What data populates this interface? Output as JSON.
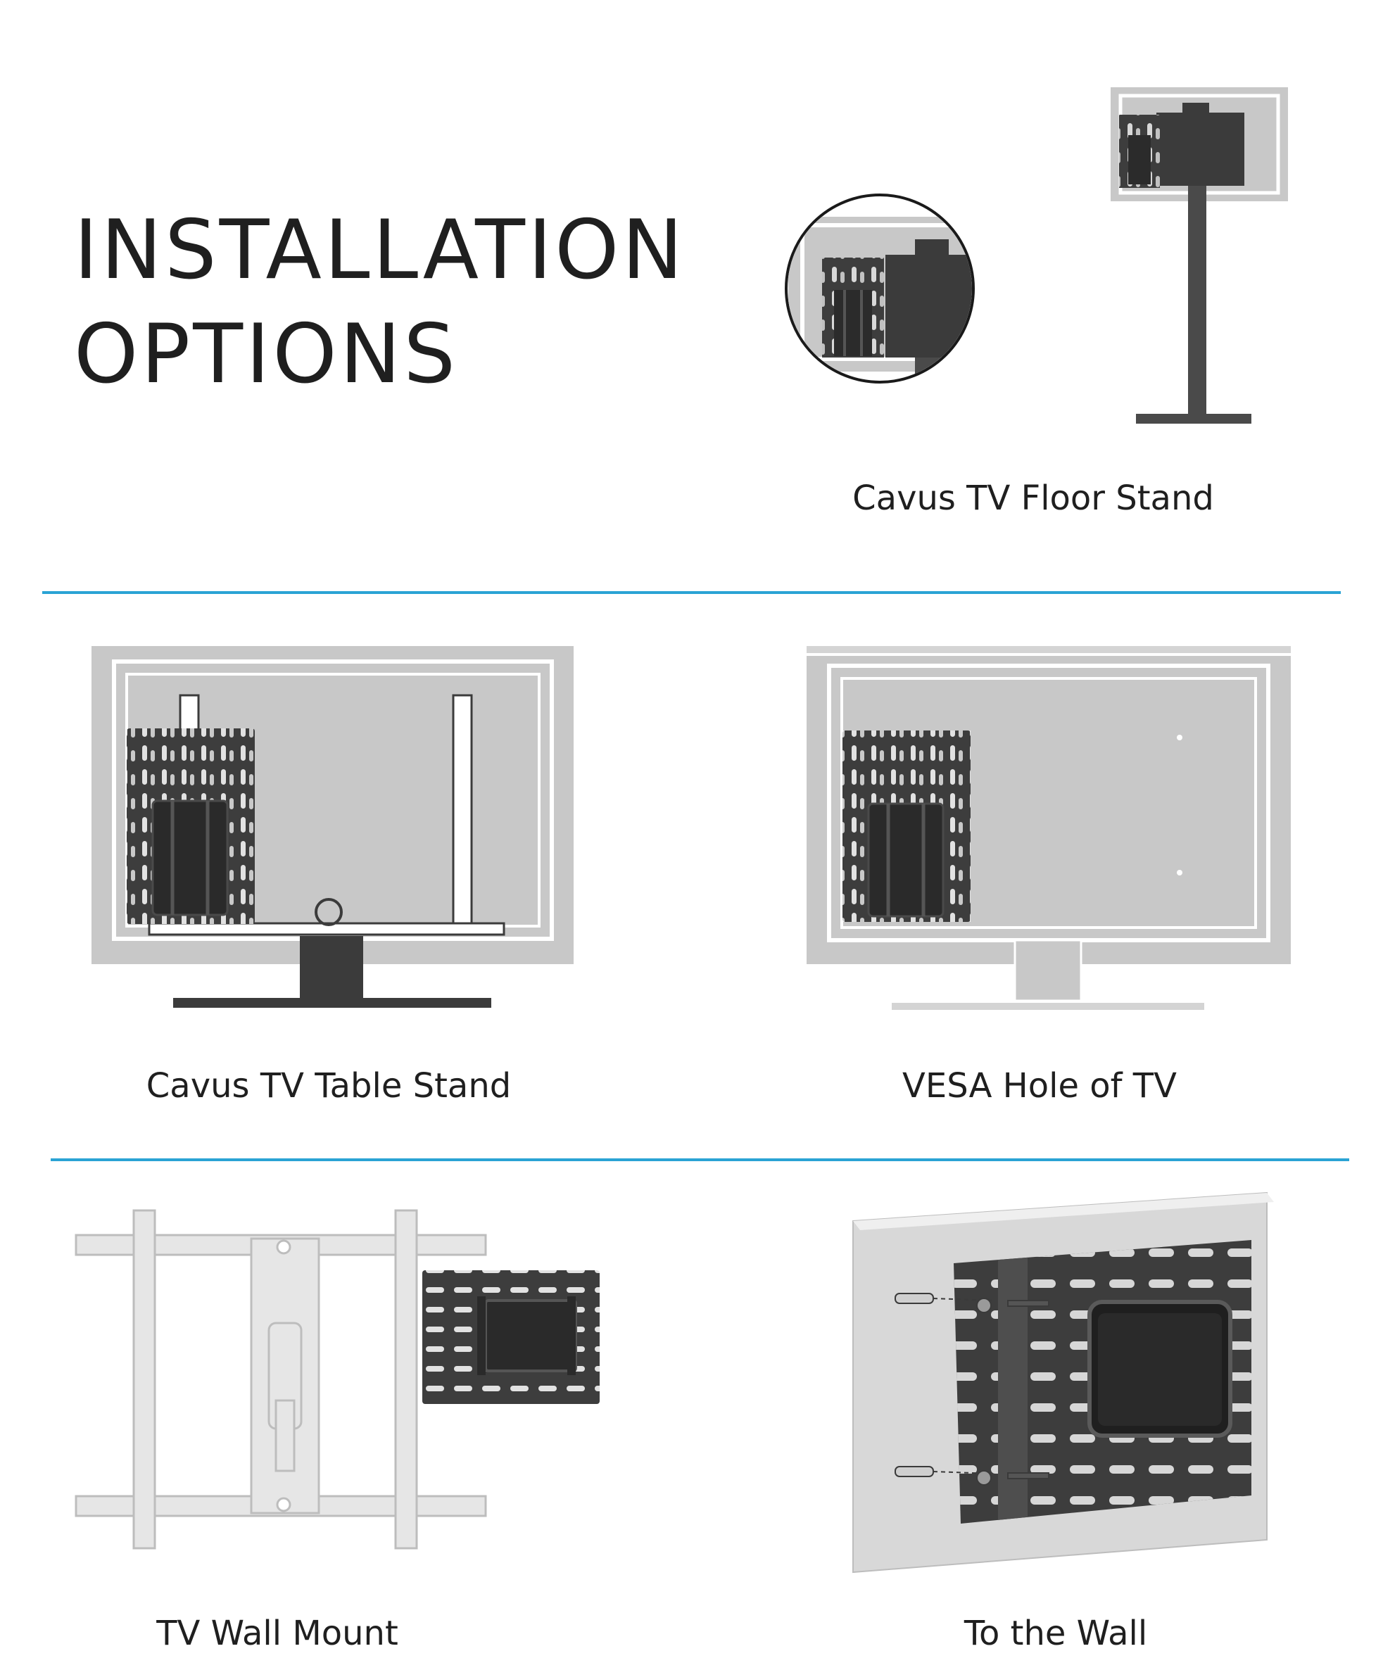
{
  "title": {
    "line1": "INSTALLATION",
    "line2": "OPTIONS"
  },
  "colors": {
    "divider": "#2aa3d4",
    "plate": "#3d3d3d",
    "tv_gray": "#c8c8c8",
    "dark": "#4a4a4a",
    "white": "#ffffff"
  },
  "options": [
    {
      "id": "floor-stand",
      "label": "Cavus TV Floor Stand"
    },
    {
      "id": "table-stand",
      "label": "Cavus TV Table Stand"
    },
    {
      "id": "vesa",
      "label": "VESA Hole of TV"
    },
    {
      "id": "wall-mount",
      "label": "TV Wall Mount"
    },
    {
      "id": "wall",
      "label": "To the Wall"
    }
  ]
}
